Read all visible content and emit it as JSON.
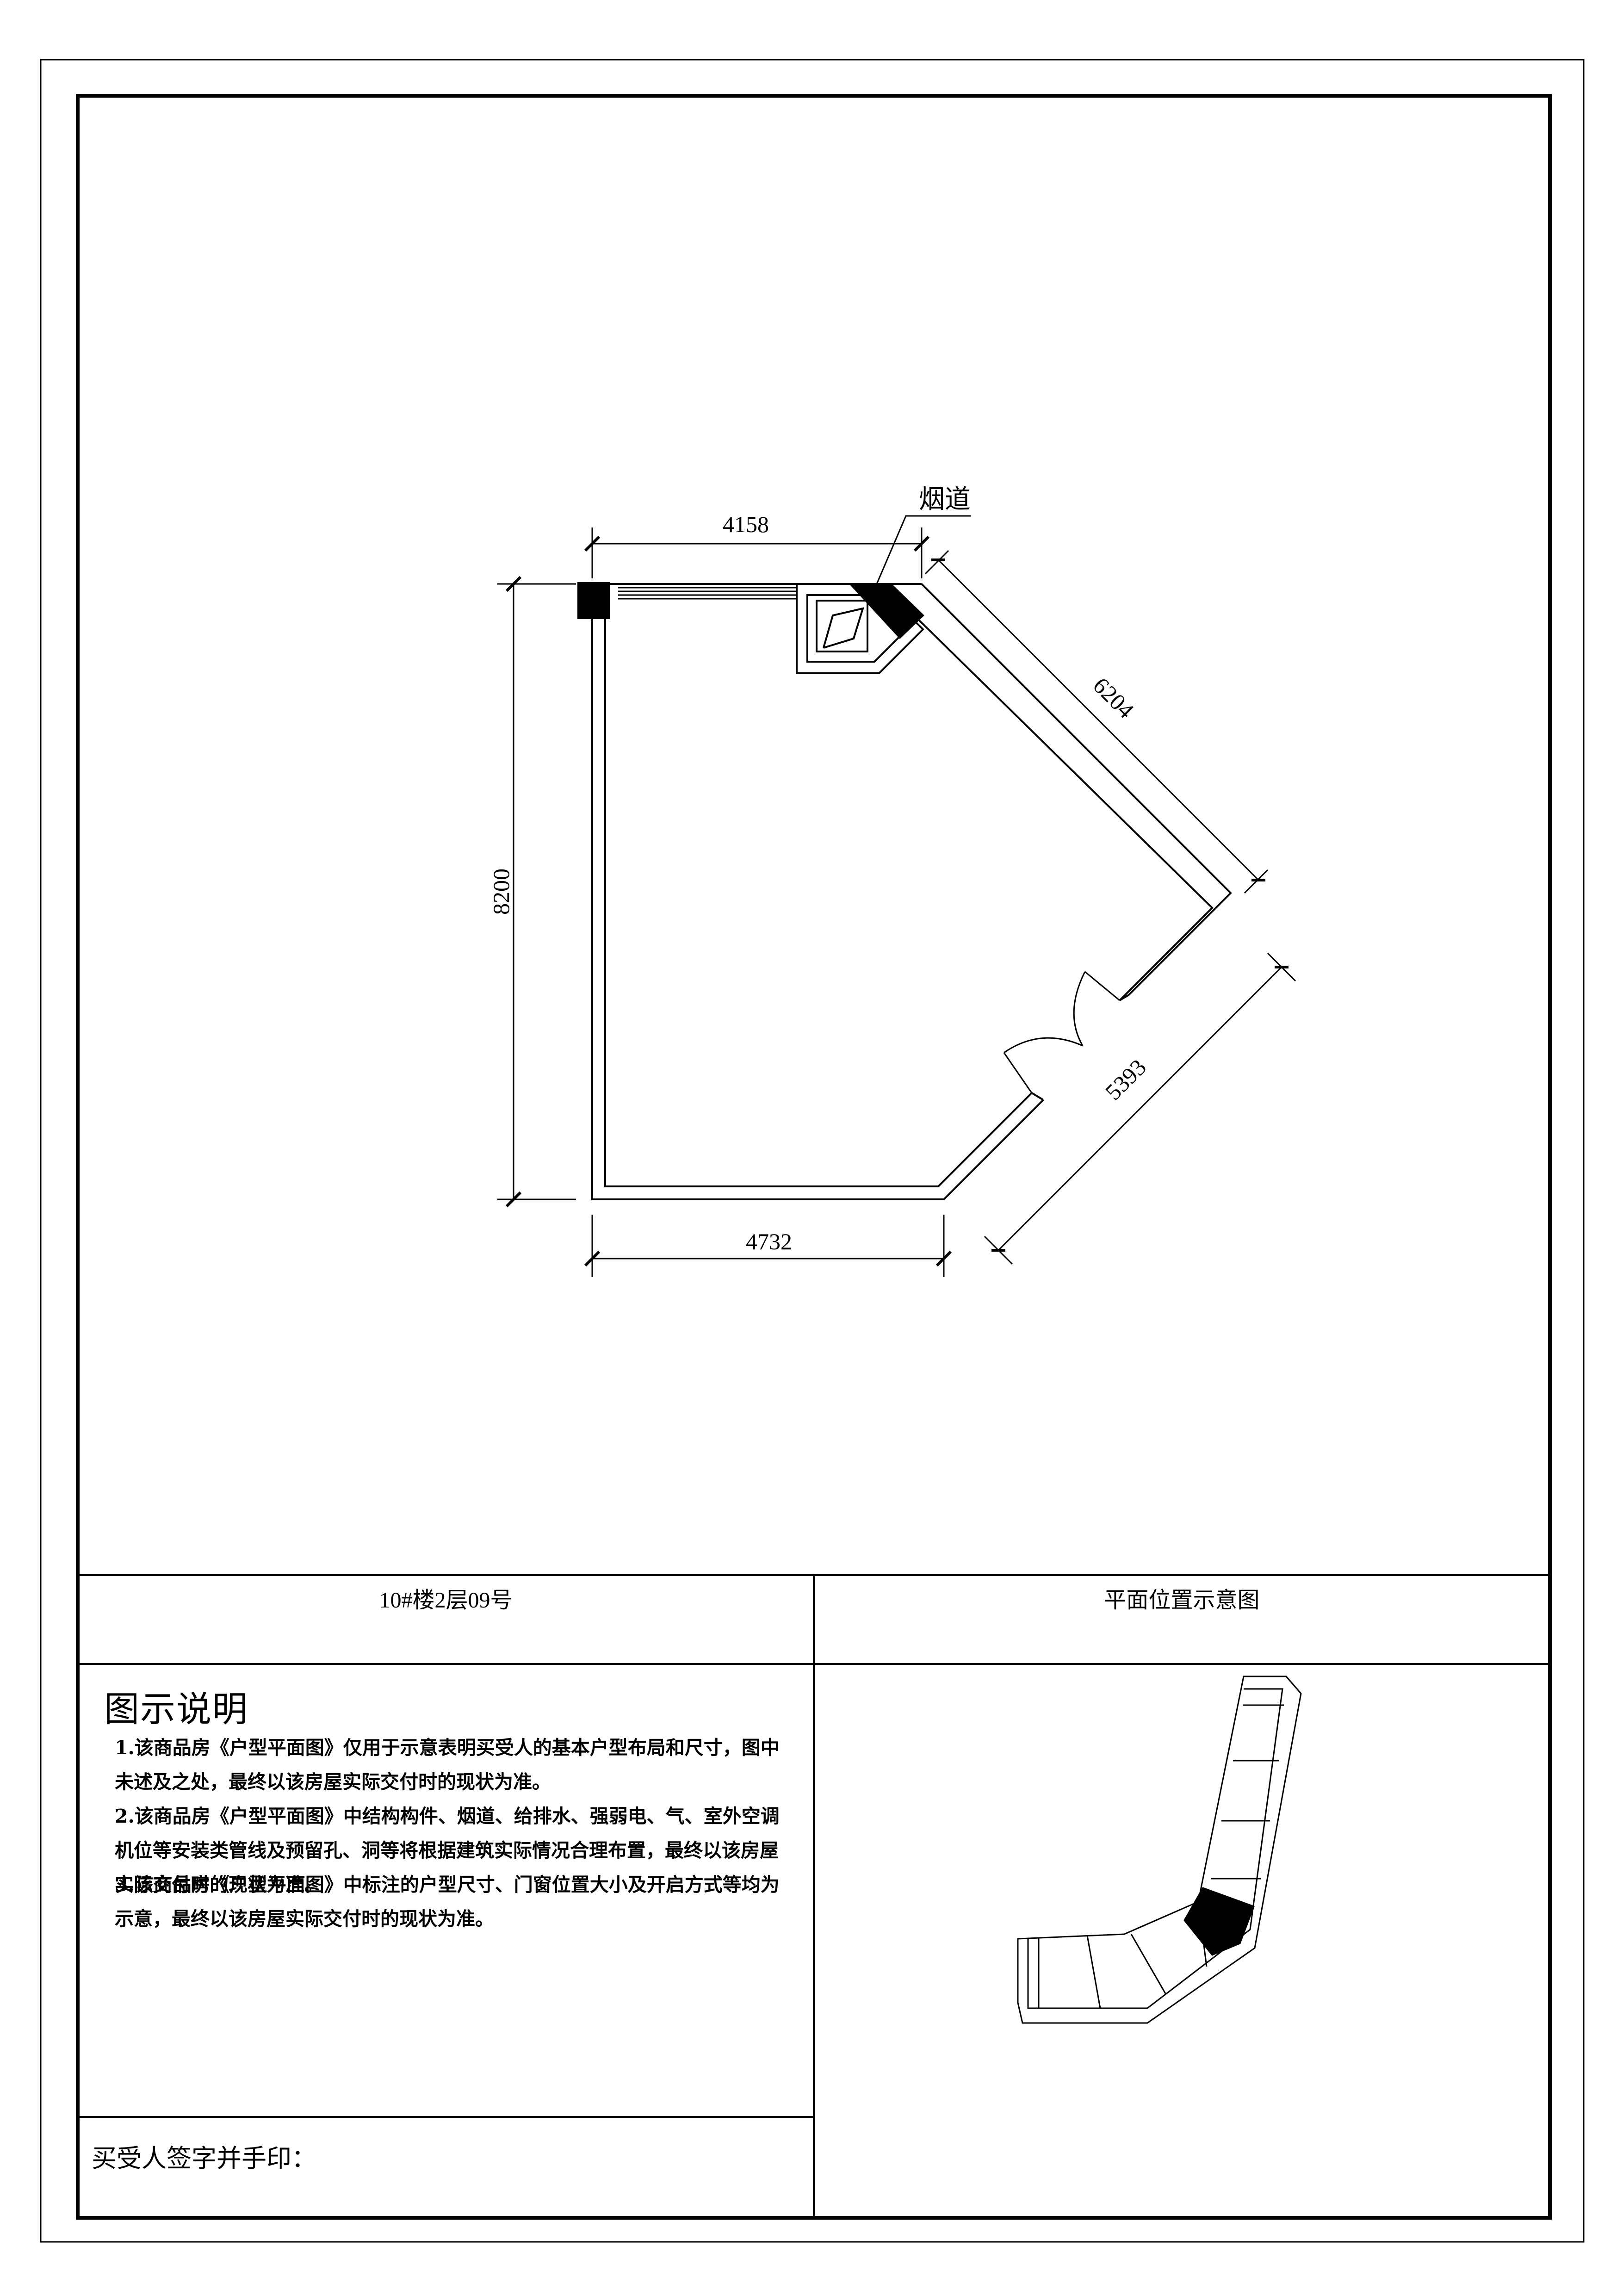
{
  "floor_plan": {
    "dimensions": {
      "top_width": "4158",
      "right_upper_diagonal": "6204",
      "right_lower_diagonal": "5393",
      "left_height": "8200",
      "bottom_width": "4732"
    },
    "flue_label": "烟道"
  },
  "title_block": {
    "unit_title": "10#楼2层09号",
    "location_title": "平面位置示意图"
  },
  "legend": {
    "heading": "图示说明",
    "notes": [
      "1.该商品房《户型平面图》仅用于示意表明买受人的基本户型布局和尺寸，图中未述及之处，最终以该房屋实际交付时的现状为准。",
      "2.该商品房《户型平面图》中结构构件、烟道、给排水、强弱电、气、室外空调机位等安装类管线及预留孔、洞等将根据建筑实际情况合理布置，最终以该房屋实际交付时的现状为准。",
      "3.该商品房《户型平面图》中标注的户型尺寸、门窗位置大小及开启方式等均为示意，最终以该房屋实际交付时的现状为准。"
    ]
  },
  "signature": {
    "label": "买受人签字并手印："
  }
}
